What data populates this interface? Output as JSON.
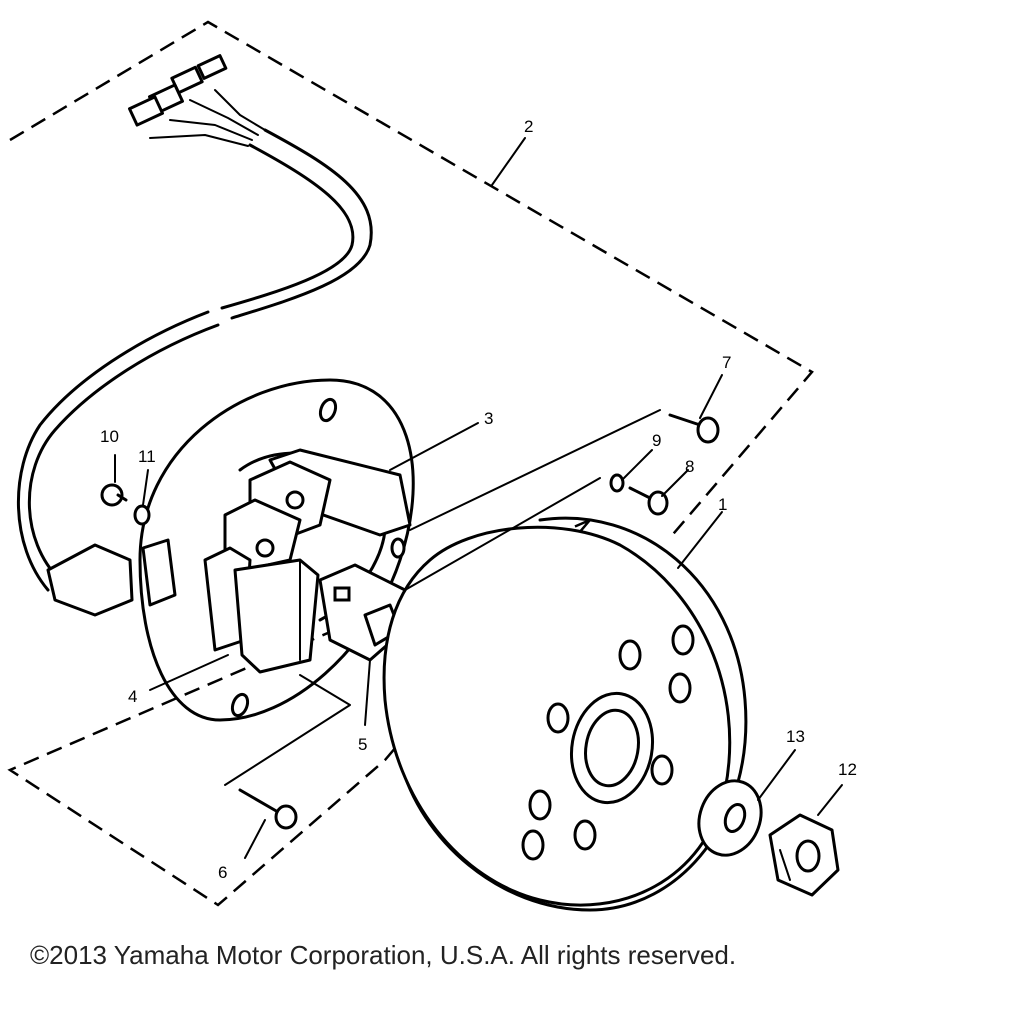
{
  "diagram": {
    "callouts": [
      {
        "id": "1",
        "label": "1"
      },
      {
        "id": "2",
        "label": "2"
      },
      {
        "id": "3",
        "label": "3"
      },
      {
        "id": "4",
        "label": "4"
      },
      {
        "id": "5",
        "label": "5"
      },
      {
        "id": "6",
        "label": "6"
      },
      {
        "id": "7",
        "label": "7"
      },
      {
        "id": "8",
        "label": "8"
      },
      {
        "id": "9",
        "label": "9"
      },
      {
        "id": "10",
        "label": "10"
      },
      {
        "id": "11",
        "label": "11"
      },
      {
        "id": "12",
        "label": "12"
      },
      {
        "id": "13",
        "label": "13"
      }
    ]
  },
  "footer": {
    "copyright": "©2013 Yamaha Motor Corporation, U.S.A. All rights reserved."
  }
}
